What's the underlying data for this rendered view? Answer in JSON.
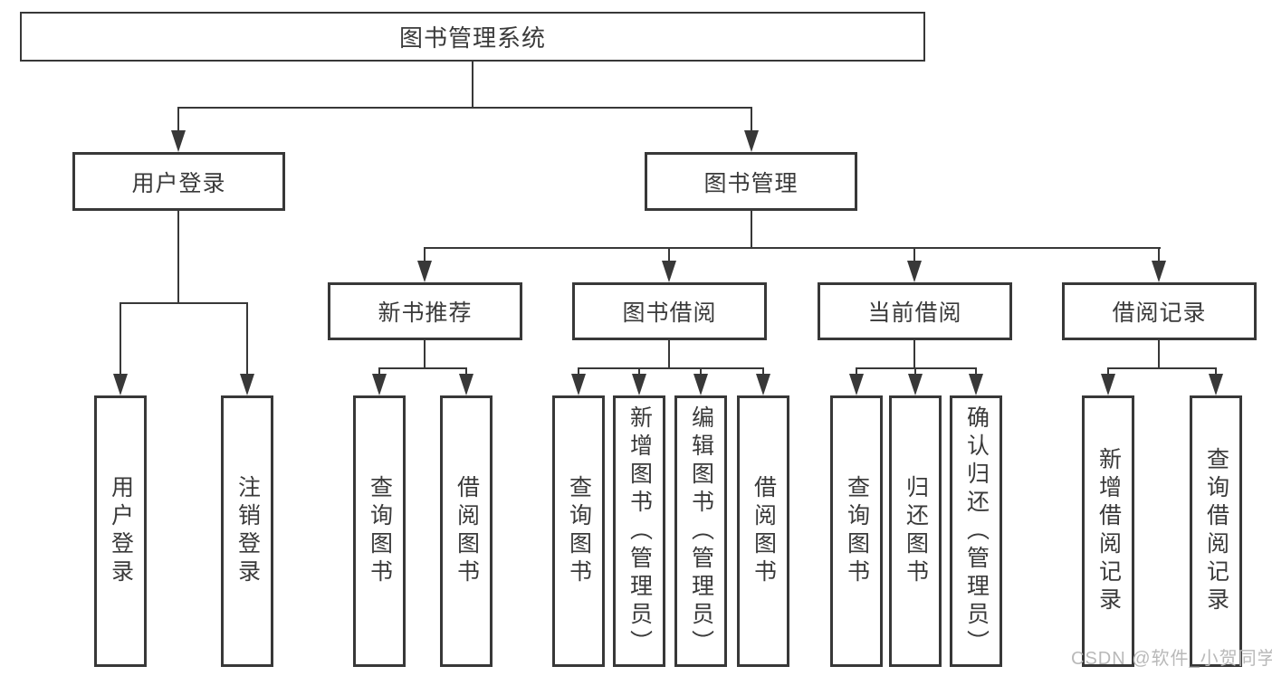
{
  "tree": {
    "root": "图书管理系统",
    "branches": [
      {
        "label": "用户登录",
        "leaves": [
          "用户登录",
          "注销登录"
        ]
      },
      {
        "label": "图书管理",
        "groups": [
          {
            "label": "新书推荐",
            "leaves": [
              "查询图书",
              "借阅图书"
            ]
          },
          {
            "label": "图书借阅",
            "leaves": [
              "查询图书",
              "新增图书（管理员）",
              "编辑图书（管理员）",
              "借阅图书"
            ]
          },
          {
            "label": "当前借阅",
            "leaves": [
              "查询图书",
              "归还图书",
              "确认归还（管理员）"
            ]
          },
          {
            "label": "借阅记录",
            "leaves": [
              "新增借阅记录",
              "查询借阅记录"
            ]
          }
        ]
      }
    ]
  },
  "watermark": "CSDN @软件_小贺同学",
  "colors": {
    "line": "#383838",
    "text": "#3a3a3a",
    "watermark": "#b9b9b9",
    "background": "#ffffff"
  }
}
